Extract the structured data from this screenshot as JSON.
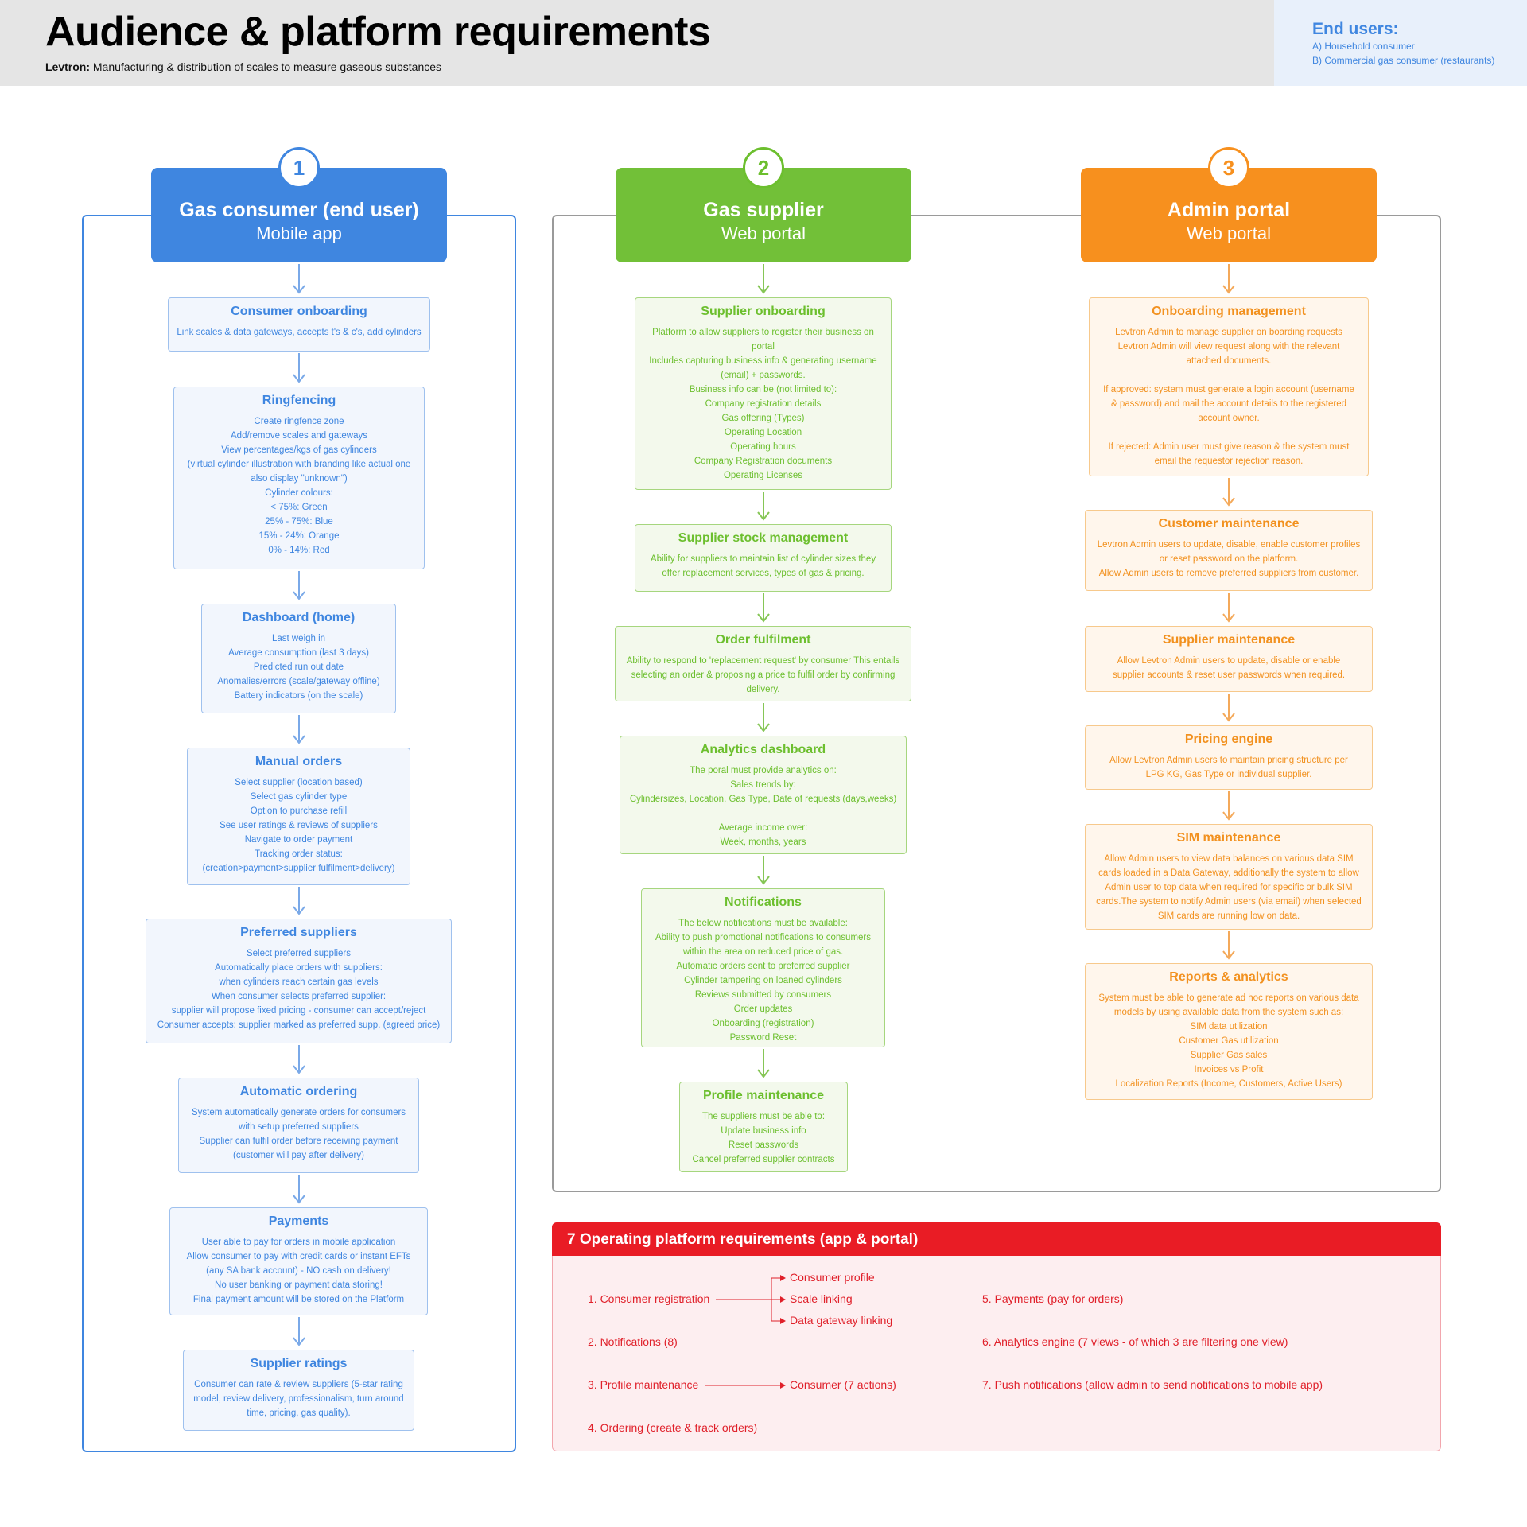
{
  "header": {
    "title": "Audience & platform requirements",
    "company": "Levtron:",
    "subtitle": "Manufacturing & distribution of scales to measure gaseous substances"
  },
  "end_users": {
    "title": "End users:",
    "items": [
      "A) Household consumer",
      "B) Commercial gas consumer (restaurants)"
    ]
  },
  "colors": {
    "blue": "#3f86e0",
    "green": "#6cbf2e",
    "orange": "#f7901e",
    "red": "#e91c25",
    "grey_frame": "#9a9a9a"
  },
  "columns": [
    {
      "number": "1",
      "title": "Gas consumer (end user)",
      "subtitle": "Mobile app",
      "boxes": [
        {
          "title": "Consumer onboarding",
          "lines": [
            "Link scales & data gateways, accepts t's & c's, add cylinders"
          ]
        },
        {
          "title": "Ringfencing",
          "lines": [
            "Create ringfence zone",
            "Add/remove scales and gateways",
            "View percentages/kgs of gas cylinders",
            "(virtual cylinder illustration with branding like actual one",
            "also display \"unknown\")",
            "Cylinder colours:",
            "< 75%: Green",
            "25% - 75%: Blue",
            "15% - 24%: Orange",
            "0% - 14%: Red"
          ]
        },
        {
          "title": "Dashboard (home)",
          "lines": [
            "Last weigh in",
            "Average consumption (last 3 days)",
            "Predicted run out date",
            "Anomalies/errors (scale/gateway offline)",
            "Battery indicators (on the scale)"
          ]
        },
        {
          "title": "Manual orders",
          "lines": [
            "Select supplier (location based)",
            "Select gas cylinder type",
            "Option to purchase refill",
            "See user ratings & reviews of suppliers",
            "Navigate to order payment",
            "Tracking order status:",
            "(creation>payment>supplier fulfilment>delivery)"
          ]
        },
        {
          "title": "Preferred suppliers",
          "lines": [
            "Select preferred suppliers",
            "Automatically place orders with suppliers:",
            "when cylinders reach certain gas levels",
            "When consumer selects preferred supplier:",
            "supplier will propose fixed pricing - consumer can accept/reject",
            "Consumer accepts: supplier marked as preferred supp. (agreed price)"
          ]
        },
        {
          "title": "Automatic ordering",
          "lines": [
            "System automatically generate orders for consumers",
            "with setup preferred suppliers",
            "Supplier can fulfil order before receiving payment",
            "(customer will pay after delivery)"
          ]
        },
        {
          "title": "Payments",
          "lines": [
            "User able to pay for orders in mobile application",
            "Allow consumer to pay with credit cards or instant EFTs",
            "(any SA bank account) - NO cash on delivery!",
            "No user banking or payment data storing!",
            "Final payment amount will be stored on the Platform"
          ]
        },
        {
          "title": "Supplier ratings",
          "lines": [
            "Consumer can rate & review suppliers (5-star rating",
            "model, review delivery, professionalism, turn around",
            "time, pricing, gas quality)."
          ]
        }
      ]
    },
    {
      "number": "2",
      "title": "Gas supplier",
      "subtitle": "Web portal",
      "boxes": [
        {
          "title": "Supplier onboarding",
          "lines": [
            "Platform to allow suppliers to register their business on",
            "portal",
            "Includes capturing business info & generating username",
            "(email) + passwords.",
            "Business info can be (not limited to):",
            "Company registration details",
            "Gas offering (Types)",
            "Operating Location",
            "Operating hours",
            "Company Registration documents",
            "Operating Licenses"
          ]
        },
        {
          "title": "Supplier stock management",
          "lines": [
            "Ability for suppliers to maintain list of cylinder sizes they",
            "offer replacement services, types of gas & pricing."
          ]
        },
        {
          "title": "Order fulfilment",
          "lines": [
            "Ability to respond to 'replacement request' by consumer This entails",
            "selecting an order & proposing a price to fulfil order by confirming",
            "delivery."
          ]
        },
        {
          "title": "Analytics dashboard",
          "lines": [
            "The poral must provide analytics on:",
            "Sales trends by:",
            "Cylindersizes, Location, Gas Type, Date of requests (days,weeks)",
            "",
            "Average income over:",
            "Week, months, years"
          ]
        },
        {
          "title": "Notifications",
          "lines": [
            "The below notifications must be available:",
            "Ability to push promotional notifications to consumers",
            "within the area on reduced price of gas.",
            "Automatic orders sent to preferred supplier",
            "Cylinder tampering on loaned cylinders",
            "Reviews submitted by consumers",
            "Order updates",
            "Onboarding (registration)",
            "Password Reset"
          ]
        },
        {
          "title": "Profile maintenance",
          "lines": [
            "The suppliers must be able to:",
            "Update business info",
            "Reset passwords",
            "Cancel preferred supplier contracts"
          ]
        }
      ]
    },
    {
      "number": "3",
      "title": "Admin portal",
      "subtitle": "Web portal",
      "boxes": [
        {
          "title": "Onboarding management",
          "lines": [
            "Levtron Admin to manage supplier on boarding requests",
            "Levtron Admin will view request along with the relevant",
            "attached documents.",
            "",
            "If approved: system must generate a login account (username",
            "& password) and mail the account details to the registered",
            "account owner.",
            "",
            "If rejected: Admin user must give reason & the system must",
            "email the requestor rejection reason."
          ]
        },
        {
          "title": "Customer maintenance",
          "lines": [
            "Levtron Admin users to update, disable, enable customer profiles",
            "or reset password on the platform.",
            "Allow Admin users to remove preferred suppliers from customer."
          ]
        },
        {
          "title": "Supplier maintenance",
          "lines": [
            "Allow Levtron Admin users to update, disable or enable",
            "supplier accounts & reset user passwords when required."
          ]
        },
        {
          "title": "Pricing engine",
          "lines": [
            "Allow Levtron Admin users to maintain pricing structure per",
            "LPG KG, Gas Type or individual supplier."
          ]
        },
        {
          "title": "SIM maintenance",
          "lines": [
            "Allow Admin users to view data balances on various data SIM",
            "cards loaded in a Data Gateway, additionally the system to allow",
            "Admin user to top data when required for specific or bulk SIM",
            "cards.The system to notify Admin users (via email) when selected",
            "SIM cards are running low on data."
          ]
        },
        {
          "title": "Reports & analytics",
          "lines": [
            "System must be able to generate ad hoc reports on various data",
            "models by using available data from the system such as:",
            "SIM data utilization",
            "Customer Gas utilization",
            "Supplier Gas sales",
            "Invoices vs Profit",
            "Localization Reports (Income, Customers, Active Users)"
          ]
        }
      ]
    }
  ],
  "operating": {
    "title": "7 Operating platform requirements (app & portal)",
    "items": {
      "r1": "1. Consumer registration",
      "r2": "2. Notifications (8)",
      "r3": "3. Profile maintenance",
      "r4": "4. Ordering (create & track orders)",
      "r5": "5. Payments (pay for orders)",
      "r6": "6. Analytics engine (7 views - of which 3 are filtering one view)",
      "r7": "7. Push notifications (allow admin to send notifications to mobile app)"
    },
    "sub": {
      "consumer_profile": "Consumer profile",
      "scale_linking": "Scale linking",
      "data_gateway_linking": "Data gateway linking",
      "consumer_actions": "Consumer (7 actions)"
    }
  }
}
